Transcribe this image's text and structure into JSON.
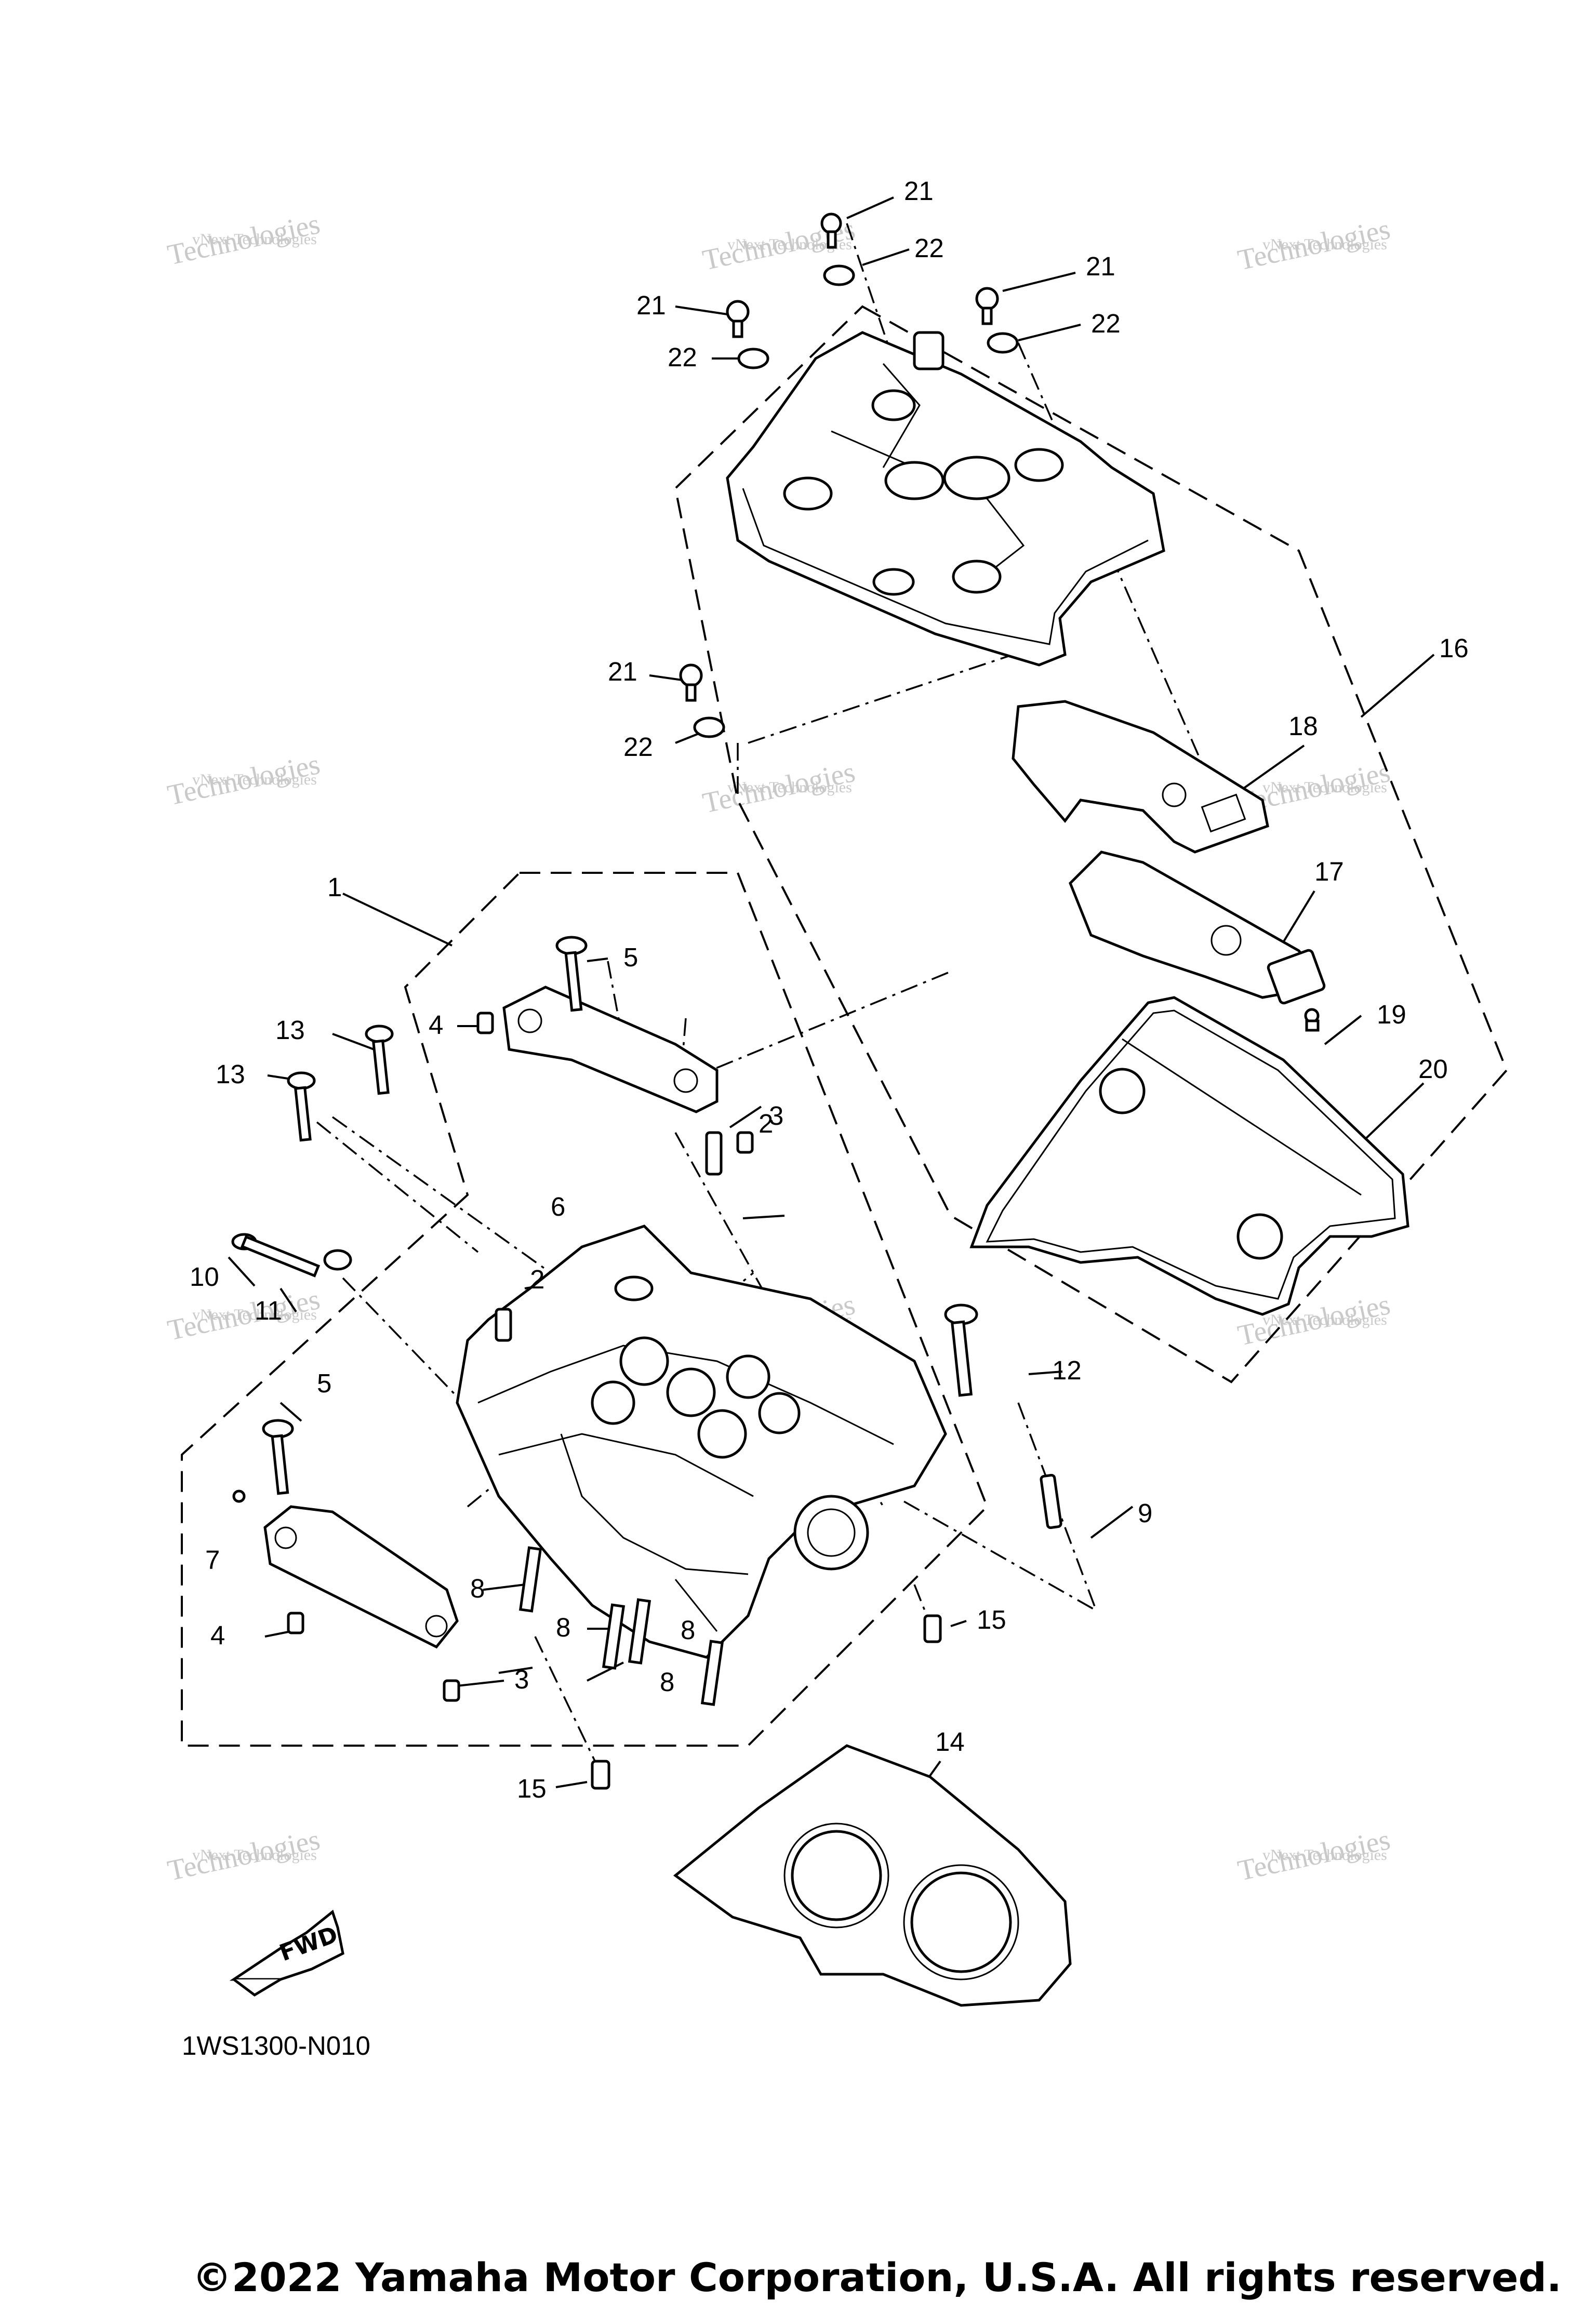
{
  "callouts": [
    "1",
    "2",
    "2",
    "3",
    "3",
    "4",
    "4",
    "5",
    "5",
    "6",
    "7",
    "8",
    "8",
    "8",
    "8",
    "9",
    "10",
    "11",
    "12",
    "13",
    "13",
    "14",
    "15",
    "15",
    "16",
    "17",
    "18",
    "19",
    "20",
    "21",
    "21",
    "21",
    "21",
    "22",
    "22",
    "22",
    "22"
  ],
  "fwd_label": "FWD",
  "diagram_code": "1WS1300-N010",
  "copyright": "©2022 Yamaha Motor Corporation, U.S.A. All rights reserved.",
  "watermark": {
    "line1": "vNext Technologies",
    "line2": "Technologies",
    "top": "vNext"
  }
}
